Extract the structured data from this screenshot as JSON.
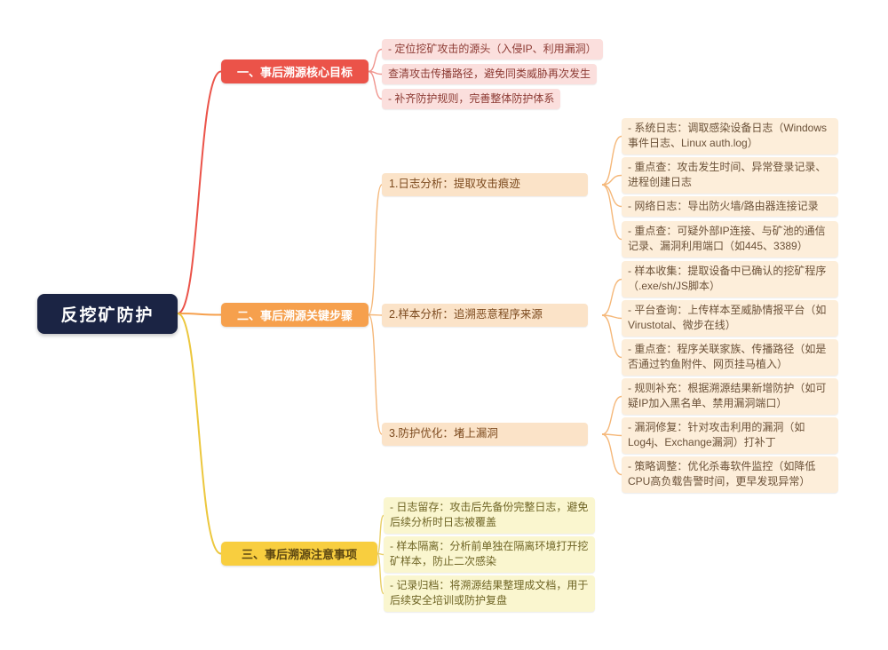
{
  "root": {
    "label": "反挖矿防护"
  },
  "branch1": {
    "label": "一、事后溯源核心目标",
    "leaves": [
      "- 定位挖矿攻击的源头（入侵IP、利用漏洞）",
      "查清攻击传播路径，避免同类威胁再次发生",
      "- 补齐防护规则，完善整体防护体系"
    ]
  },
  "branch2": {
    "label": "二、事后溯源关键步骤",
    "steps": [
      {
        "label": "1.日志分析：提取攻击痕迹",
        "leaves": [
          "- 系统日志：调取感染设备日志（Windows事件日志、Linux auth.log）",
          "- 重点查：攻击发生时间、异常登录记录、进程创建日志",
          "- 网络日志：导出防火墙/路由器连接记录",
          "- 重点查：可疑外部IP连接、与矿池的通信记录、漏洞利用端口（如445、3389）"
        ]
      },
      {
        "label": "2.样本分析：追溯恶意程序来源",
        "leaves": [
          "- 样本收集：提取设备中已确认的挖矿程序（.exe/sh/JS脚本）",
          "- 平台查询：上传样本至威胁情报平台（如Virustotal、微步在线）",
          "- 重点查：程序关联家族、传播路径（如是否通过钓鱼附件、网页挂马植入）"
        ]
      },
      {
        "label": "3.防护优化：堵上漏洞",
        "leaves": [
          "- 规则补充：根据溯源结果新增防护（如可疑IP加入黑名单、禁用漏洞端口）",
          "- 漏洞修复：针对攻击利用的漏洞（如Log4j、Exchange漏洞）打补丁",
          "- 策略调整：优化杀毒软件监控（如降低CPU高负载告警时间，更早发现异常）"
        ]
      }
    ]
  },
  "branch3": {
    "label": "三、事后溯源注意事项",
    "leaves": [
      "- 日志留存：攻击后先备份完整日志，避免后续分析时日志被覆盖",
      "- 样本隔离：分析前单独在隔离环境打开挖矿样本，防止二次感染",
      "- 记录归档：将溯源结果整理成文档，用于后续安全培训或防护复盘"
    ]
  },
  "colors": {
    "root_bg": "#1b2444",
    "branch1_accent": "#eb5349",
    "branch2_accent": "#f6a04d",
    "branch3_accent": "#f8ce3f",
    "branch1_leaf_bg": "#fbdfdd",
    "branch2_step_bg": "#fbe3c8",
    "branch2_leaf_bg": "#fdeeda",
    "branch3_leaf_bg": "#faf6cf"
  }
}
